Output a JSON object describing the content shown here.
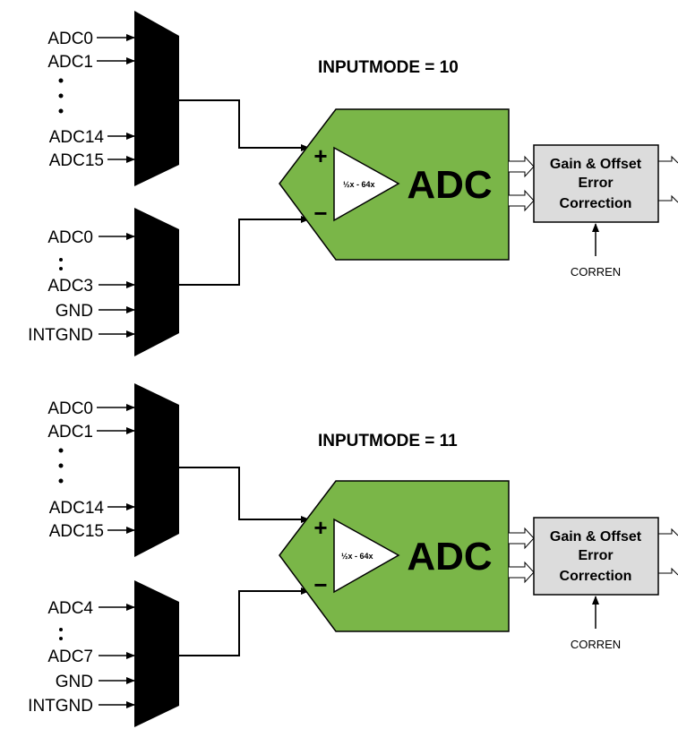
{
  "colors": {
    "adc_fill": "#7ab648",
    "correction_fill": "#dcdcdc",
    "mux_fill": "#000000"
  },
  "panels": [
    {
      "mode_title": "INPUTMODE = 10",
      "pos_inputs": [
        "ADC0",
        "ADC1",
        "ADC14",
        "ADC15"
      ],
      "neg_inputs": [
        "ADC0",
        "ADC3",
        "GND",
        "INTGND"
      ],
      "plus_sign": "+",
      "minus_sign": "−",
      "amp_label": "½x - 64x",
      "adc_label": "ADC",
      "correction_label": [
        "Gain & Offset",
        "Error",
        "Correction"
      ],
      "corren_label": "CORREN"
    },
    {
      "mode_title": "INPUTMODE = 11",
      "pos_inputs": [
        "ADC0",
        "ADC1",
        "ADC14",
        "ADC15"
      ],
      "neg_inputs": [
        "ADC4",
        "ADC7",
        "GND",
        "INTGND"
      ],
      "plus_sign": "+",
      "minus_sign": "−",
      "amp_label": "½x - 64x",
      "adc_label": "ADC",
      "correction_label": [
        "Gain & Offset",
        "Error",
        "Correction"
      ],
      "corren_label": "CORREN"
    }
  ]
}
